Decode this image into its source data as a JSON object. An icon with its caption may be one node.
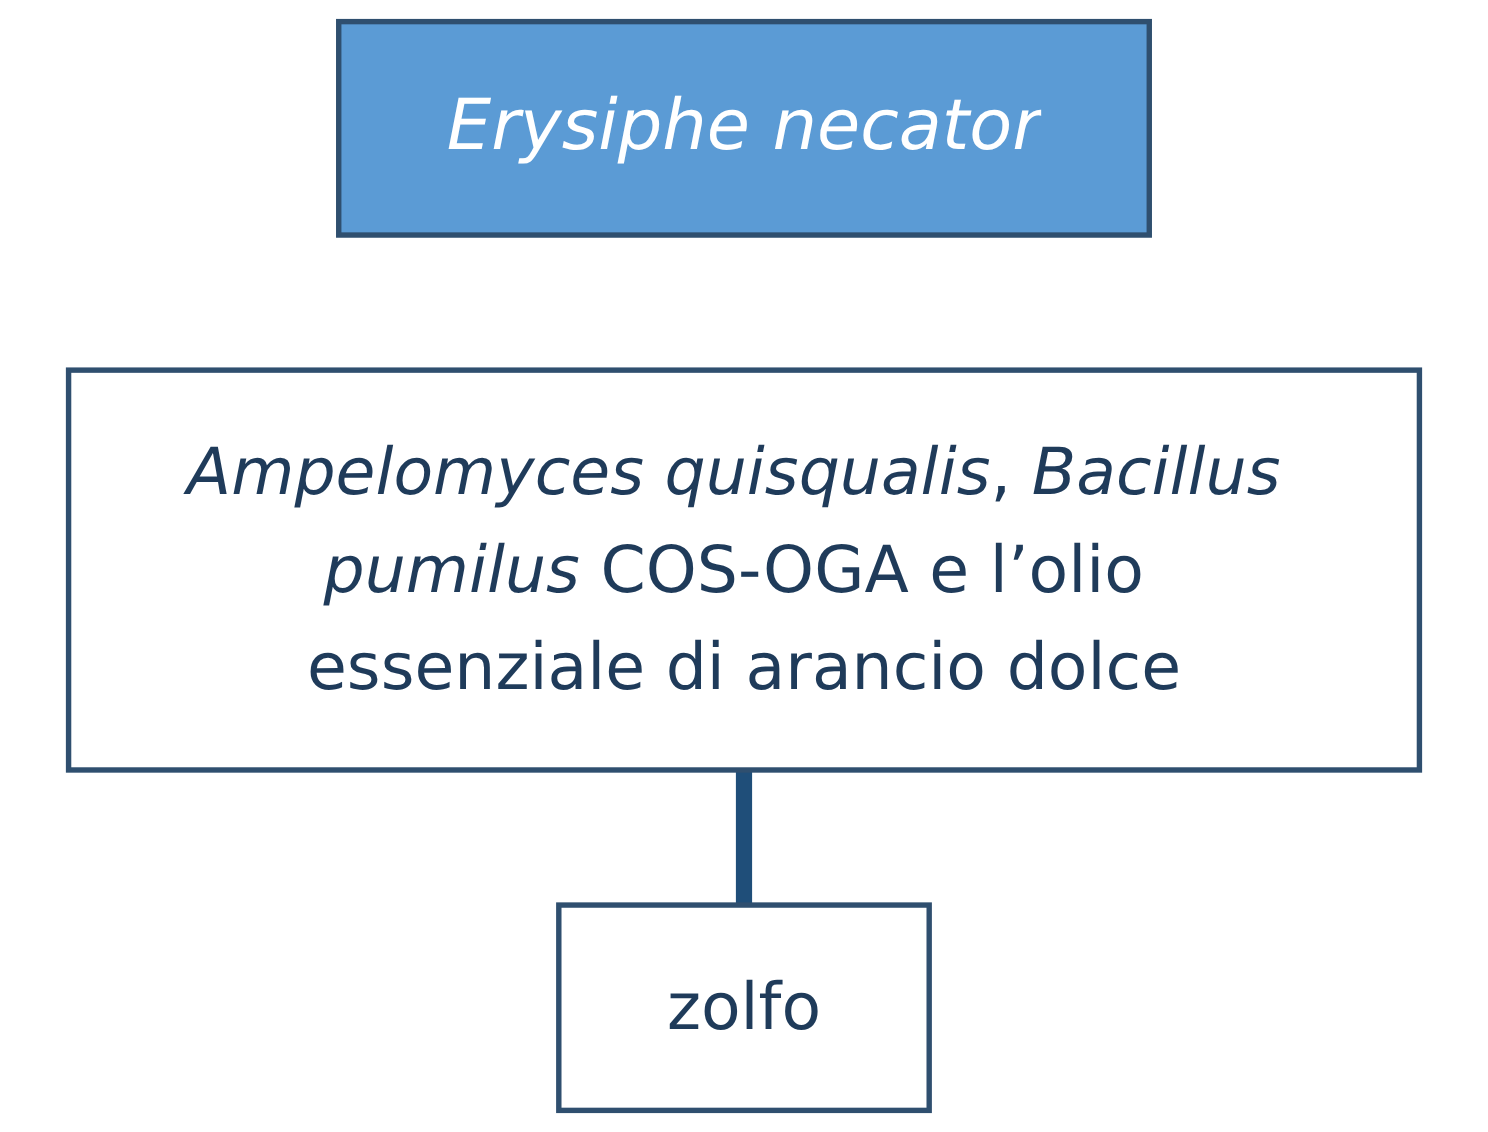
{
  "diagram": {
    "nodes": [
      {
        "text": [
          "Erysiphe necator"
        ]
      },
      {
        "text": [
          "*Ampelomyces quisqualis*, *Bacillus pumilus* COS-OGA e l’olio essenziale di arancio dolce"
        ]
      },
      {
        "text": [
          "zolfo"
        ]
      }
    ],
    "edges": [
      {
        "from": 1,
        "to": 2,
        "arrow": "none"
      }
    ]
  }
}
